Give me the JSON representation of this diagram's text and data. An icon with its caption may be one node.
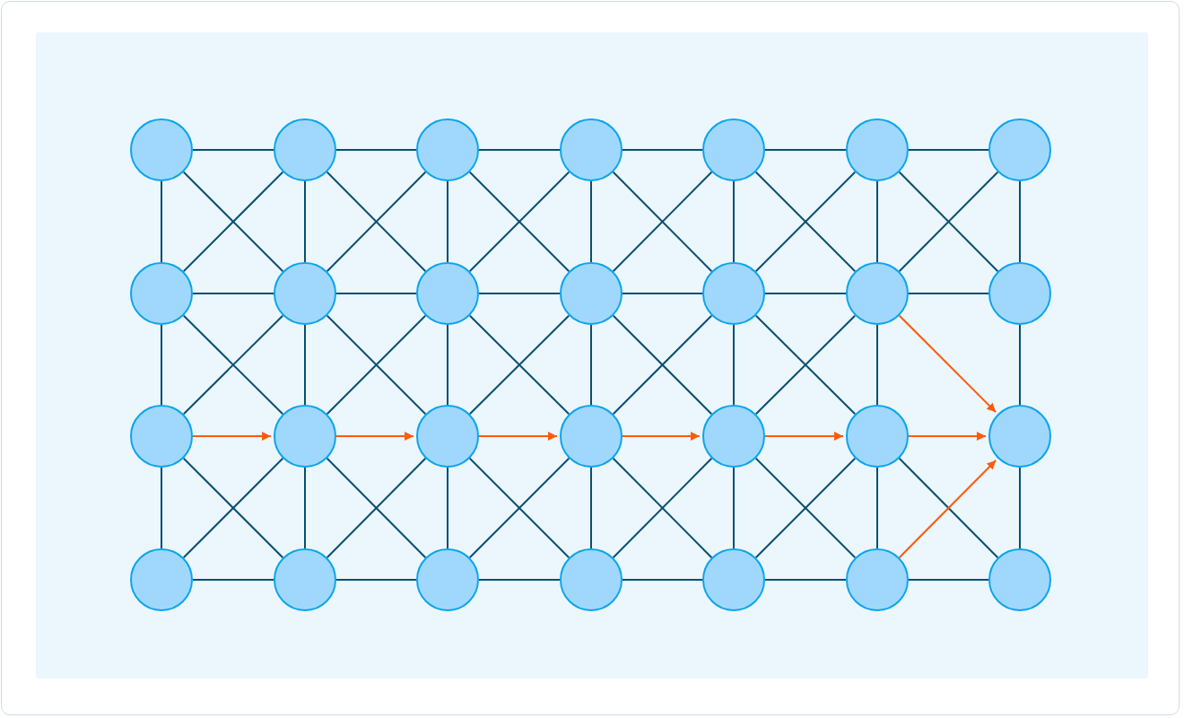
{
  "diagram": {
    "nodes": [
      {
        "text": [],
        "shape": "circle"
      },
      {
        "text": [],
        "shape": "circle"
      },
      {
        "text": [],
        "shape": "circle"
      },
      {
        "text": [],
        "shape": "circle"
      },
      {
        "text": [],
        "shape": "circle"
      },
      {
        "text": [],
        "shape": "circle"
      },
      {
        "text": [],
        "shape": "circle"
      },
      {
        "text": [],
        "shape": "circle"
      },
      {
        "text": [],
        "shape": "circle"
      },
      {
        "text": [],
        "shape": "circle"
      },
      {
        "text": [],
        "shape": "circle"
      },
      {
        "text": [],
        "shape": "circle"
      },
      {
        "text": [],
        "shape": "circle"
      },
      {
        "text": [],
        "shape": "circle"
      },
      {
        "text": [],
        "shape": "circle"
      },
      {
        "text": [],
        "shape": "circle"
      },
      {
        "text": [],
        "shape": "circle"
      },
      {
        "text": [],
        "shape": "circle"
      },
      {
        "text": [],
        "shape": "circle"
      },
      {
        "text": [],
        "shape": "circle"
      },
      {
        "text": [],
        "shape": "circle"
      },
      {
        "text": [],
        "shape": "circle"
      },
      {
        "text": [],
        "shape": "circle"
      },
      {
        "text": [],
        "shape": "circle"
      },
      {
        "text": [],
        "shape": "circle"
      },
      {
        "text": [],
        "shape": "circle"
      },
      {
        "text": [],
        "shape": "circle"
      },
      {
        "text": [],
        "shape": "circle"
      }
    ],
    "edges": [
      {
        "from": 0,
        "to": 1,
        "arrow": "none"
      },
      {
        "from": 1,
        "to": 2,
        "arrow": "none"
      },
      {
        "from": 2,
        "to": 3,
        "arrow": "none"
      },
      {
        "from": 3,
        "to": 4,
        "arrow": "none"
      },
      {
        "from": 4,
        "to": 5,
        "arrow": "none"
      },
      {
        "from": 5,
        "to": 6,
        "arrow": "none"
      },
      {
        "from": 7,
        "to": 8,
        "arrow": "none"
      },
      {
        "from": 8,
        "to": 9,
        "arrow": "none"
      },
      {
        "from": 9,
        "to": 10,
        "arrow": "none"
      },
      {
        "from": 10,
        "to": 11,
        "arrow": "none"
      },
      {
        "from": 11,
        "to": 12,
        "arrow": "none"
      },
      {
        "from": 12,
        "to": 13,
        "arrow": "none"
      },
      {
        "from": 14,
        "to": 15,
        "arrow": "to",
        "color": "#ff5a0a"
      },
      {
        "from": 15,
        "to": 16,
        "arrow": "to",
        "color": "#ff5a0a"
      },
      {
        "from": 16,
        "to": 17,
        "arrow": "to",
        "color": "#ff5a0a"
      },
      {
        "from": 17,
        "to": 18,
        "arrow": "to",
        "color": "#ff5a0a"
      },
      {
        "from": 18,
        "to": 19,
        "arrow": "to",
        "color": "#ff5a0a"
      },
      {
        "from": 19,
        "to": 20,
        "arrow": "to",
        "color": "#ff5a0a"
      },
      {
        "from": 21,
        "to": 22,
        "arrow": "none"
      },
      {
        "from": 22,
        "to": 23,
        "arrow": "none"
      },
      {
        "from": 23,
        "to": 24,
        "arrow": "none"
      },
      {
        "from": 24,
        "to": 25,
        "arrow": "none"
      },
      {
        "from": 25,
        "to": 26,
        "arrow": "none"
      },
      {
        "from": 26,
        "to": 27,
        "arrow": "none"
      },
      {
        "from": 0,
        "to": 7,
        "arrow": "none"
      },
      {
        "from": 1,
        "to": 8,
        "arrow": "none"
      },
      {
        "from": 2,
        "to": 9,
        "arrow": "none"
      },
      {
        "from": 3,
        "to": 10,
        "arrow": "none"
      },
      {
        "from": 4,
        "to": 11,
        "arrow": "none"
      },
      {
        "from": 5,
        "to": 12,
        "arrow": "none"
      },
      {
        "from": 6,
        "to": 13,
        "arrow": "none"
      },
      {
        "from": 7,
        "to": 14,
        "arrow": "none"
      },
      {
        "from": 8,
        "to": 15,
        "arrow": "none"
      },
      {
        "from": 9,
        "to": 16,
        "arrow": "none"
      },
      {
        "from": 10,
        "to": 17,
        "arrow": "none"
      },
      {
        "from": 11,
        "to": 18,
        "arrow": "none"
      },
      {
        "from": 12,
        "to": 19,
        "arrow": "none"
      },
      {
        "from": 13,
        "to": 20,
        "arrow": "none"
      },
      {
        "from": 14,
        "to": 21,
        "arrow": "none"
      },
      {
        "from": 15,
        "to": 22,
        "arrow": "none"
      },
      {
        "from": 16,
        "to": 23,
        "arrow": "none"
      },
      {
        "from": 17,
        "to": 24,
        "arrow": "none"
      },
      {
        "from": 18,
        "to": 25,
        "arrow": "none"
      },
      {
        "from": 19,
        "to": 26,
        "arrow": "none"
      },
      {
        "from": 20,
        "to": 27,
        "arrow": "none"
      },
      {
        "from": 0,
        "to": 8,
        "arrow": "none"
      },
      {
        "from": 1,
        "to": 7,
        "arrow": "none"
      },
      {
        "from": 1,
        "to": 9,
        "arrow": "none"
      },
      {
        "from": 2,
        "to": 8,
        "arrow": "none"
      },
      {
        "from": 2,
        "to": 10,
        "arrow": "none"
      },
      {
        "from": 3,
        "to": 9,
        "arrow": "none"
      },
      {
        "from": 3,
        "to": 11,
        "arrow": "none"
      },
      {
        "from": 4,
        "to": 10,
        "arrow": "none"
      },
      {
        "from": 4,
        "to": 12,
        "arrow": "none"
      },
      {
        "from": 5,
        "to": 11,
        "arrow": "none"
      },
      {
        "from": 5,
        "to": 13,
        "arrow": "none"
      },
      {
        "from": 6,
        "to": 12,
        "arrow": "none"
      },
      {
        "from": 7,
        "to": 15,
        "arrow": "none"
      },
      {
        "from": 8,
        "to": 14,
        "arrow": "none"
      },
      {
        "from": 8,
        "to": 16,
        "arrow": "none"
      },
      {
        "from": 9,
        "to": 15,
        "arrow": "none"
      },
      {
        "from": 9,
        "to": 17,
        "arrow": "none"
      },
      {
        "from": 10,
        "to": 16,
        "arrow": "none"
      },
      {
        "from": 10,
        "to": 18,
        "arrow": "none"
      },
      {
        "from": 11,
        "to": 17,
        "arrow": "none"
      },
      {
        "from": 11,
        "to": 19,
        "arrow": "none"
      },
      {
        "from": 12,
        "to": 18,
        "arrow": "none"
      },
      {
        "from": 12,
        "to": 20,
        "arrow": "to",
        "color": "#ff5a0a"
      },
      {
        "from": 14,
        "to": 22,
        "arrow": "none"
      },
      {
        "from": 15,
        "to": 21,
        "arrow": "none"
      },
      {
        "from": 15,
        "to": 23,
        "arrow": "none"
      },
      {
        "from": 16,
        "to": 22,
        "arrow": "none"
      },
      {
        "from": 16,
        "to": 24,
        "arrow": "none"
      },
      {
        "from": 17,
        "to": 23,
        "arrow": "none"
      },
      {
        "from": 17,
        "to": 25,
        "arrow": "none"
      },
      {
        "from": 18,
        "to": 24,
        "arrow": "none"
      },
      {
        "from": 18,
        "to": 26,
        "arrow": "none"
      },
      {
        "from": 19,
        "to": 25,
        "arrow": "none"
      },
      {
        "from": 19,
        "to": 27,
        "arrow": "none"
      },
      {
        "from": 26,
        "to": 20,
        "arrow": "to",
        "color": "#ff5a0a"
      }
    ]
  }
}
